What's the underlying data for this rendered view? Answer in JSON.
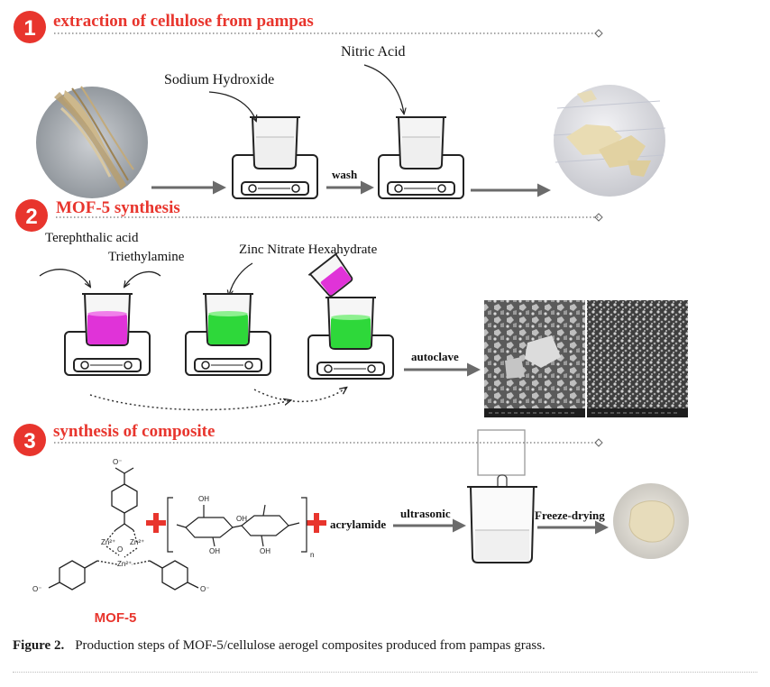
{
  "steps": [
    {
      "number": "1",
      "title": "extraction of cellulose from pampas"
    },
    {
      "number": "2",
      "title": "MOF-5 synthesis"
    },
    {
      "number": "3",
      "title": "synthesis of composite"
    }
  ],
  "step1": {
    "reagent_a": "Sodium Hydroxide",
    "reagent_b": "Nitric Acid",
    "process": "wash"
  },
  "step2": {
    "reagent_a": "Terephthalic acid",
    "reagent_b": "Triethylamine",
    "reagent_c": "Zinc Nitrate Hexahydrate",
    "process": "autoclave"
  },
  "step3": {
    "mof_label": "MOF-5",
    "acrylamide": "acrylamide",
    "process_a": "ultrasonic",
    "process_b": "Freeze-drying",
    "oh": "OH",
    "n": "n",
    "o": "O",
    "zn": "Zn²⁺",
    "oi": "O⁻"
  },
  "caption": {
    "label": "Figure 2.",
    "text": "Production steps of MOF-5/cellulose aerogel composites produced from pampas grass."
  },
  "colors": {
    "accent_red": "#e8352d",
    "arrow_gray": "#6b6b6b",
    "magenta": "#e033d8",
    "green": "#2ed83a"
  }
}
